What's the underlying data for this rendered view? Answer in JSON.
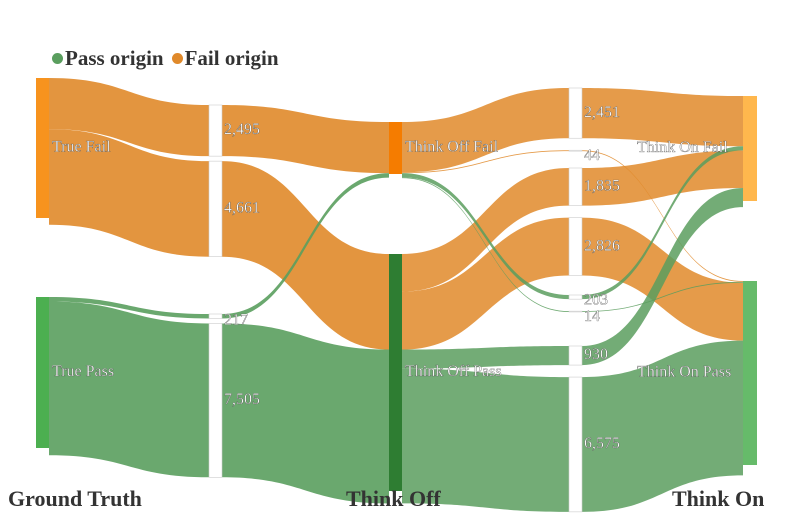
{
  "legend": {
    "items": [
      {
        "label": "Pass origin",
        "color": "#5a9e5e"
      },
      {
        "label": "Fail origin",
        "color": "#e0892a"
      }
    ]
  },
  "columns": [
    "Ground Truth",
    "Think Off",
    "Think On"
  ],
  "colors": {
    "fail_flow": "#e0892a",
    "pass_flow": "#5a9e5e",
    "true_fail_node": "#f7931e",
    "true_pass_node": "#4caf50",
    "think_off_fail_node": "#f57c00",
    "think_off_pass_node": "#2e7d32",
    "think_on_fail_node": "#ffb74d",
    "think_on_pass_node": "#66bb6a",
    "intermediate_node": "#ffffff"
  },
  "chart_data": {
    "type": "sankey",
    "nodes": [
      {
        "id": "true_fail",
        "label": "True Fail",
        "column": "Ground Truth"
      },
      {
        "id": "true_pass",
        "label": "True Pass",
        "column": "Ground Truth"
      },
      {
        "id": "think_off_fail",
        "label": "Think Off Fail",
        "column": "Think Off"
      },
      {
        "id": "think_off_pass",
        "label": "Think Off Pass",
        "column": "Think Off"
      },
      {
        "id": "think_on_fail",
        "label": "Think On Fail",
        "column": "Think On"
      },
      {
        "id": "think_on_pass",
        "label": "Think On Pass",
        "column": "Think On"
      }
    ],
    "stage1_links": [
      {
        "source": "true_fail",
        "target": "think_off_fail",
        "value": 2495,
        "label": "2,495",
        "origin": "Fail origin"
      },
      {
        "source": "true_fail",
        "target": "think_off_pass",
        "value": 4661,
        "label": "4,661",
        "origin": "Fail origin"
      },
      {
        "source": "true_pass",
        "target": "think_off_fail",
        "value": 217,
        "label": "217",
        "origin": "Pass origin"
      },
      {
        "source": "true_pass",
        "target": "think_off_pass",
        "value": 7505,
        "label": "7,505",
        "origin": "Pass origin"
      }
    ],
    "stage2_links": [
      {
        "source": "think_off_fail",
        "target": "think_on_fail",
        "value": 2451,
        "label": "2,451",
        "origin": "Fail origin"
      },
      {
        "source": "think_off_fail",
        "target": "think_on_pass",
        "value": 44,
        "label": "44",
        "origin": "Fail origin"
      },
      {
        "source": "think_off_pass",
        "target": "think_on_fail",
        "value": 1835,
        "label": "1,835",
        "origin": "Fail origin"
      },
      {
        "source": "think_off_pass",
        "target": "think_on_pass",
        "value": 2826,
        "label": "2,826",
        "origin": "Fail origin"
      },
      {
        "source": "think_off_fail",
        "target": "think_on_fail",
        "value": 203,
        "label": "203",
        "origin": "Pass origin"
      },
      {
        "source": "think_off_fail",
        "target": "think_on_pass",
        "value": 14,
        "label": "14",
        "origin": "Pass origin"
      },
      {
        "source": "think_off_pass",
        "target": "think_on_fail",
        "value": 930,
        "label": "930",
        "origin": "Pass origin"
      },
      {
        "source": "think_off_pass",
        "target": "think_on_pass",
        "value": 6575,
        "label": "6,575",
        "origin": "Pass origin"
      }
    ]
  }
}
